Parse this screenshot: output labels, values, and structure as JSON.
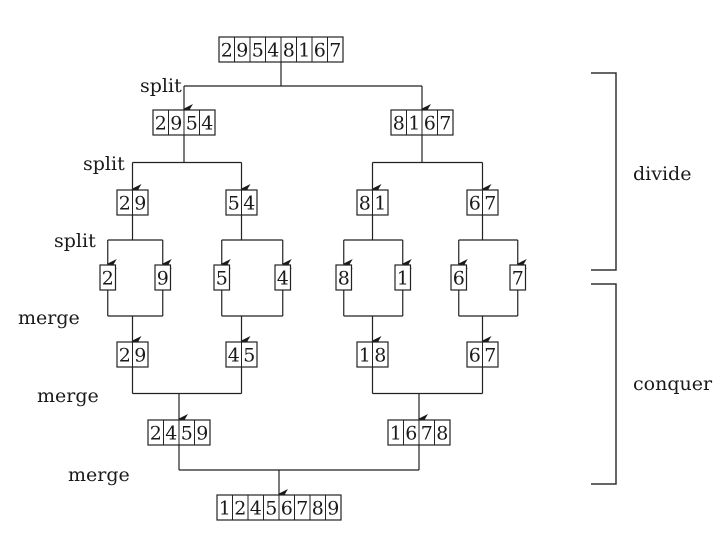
{
  "diagram": {
    "arrays": [
      {
        "id": "a0",
        "values": [
          "2",
          "9",
          "5",
          "4",
          "8",
          "1",
          "6",
          "7"
        ]
      },
      {
        "id": "a1",
        "values": [
          "2",
          "9",
          "5",
          "4"
        ]
      },
      {
        "id": "a2",
        "values": [
          "8",
          "1",
          "6",
          "7"
        ]
      },
      {
        "id": "a3",
        "values": [
          "2",
          "9"
        ]
      },
      {
        "id": "a4",
        "values": [
          "5",
          "4"
        ]
      },
      {
        "id": "a5",
        "values": [
          "8",
          "1"
        ]
      },
      {
        "id": "a6",
        "values": [
          "6",
          "7"
        ]
      },
      {
        "id": "a7",
        "values": [
          "2"
        ]
      },
      {
        "id": "a8",
        "values": [
          "9"
        ]
      },
      {
        "id": "a9",
        "values": [
          "5"
        ]
      },
      {
        "id": "a10",
        "values": [
          "4"
        ]
      },
      {
        "id": "a11",
        "values": [
          "8"
        ]
      },
      {
        "id": "a12",
        "values": [
          "1"
        ]
      },
      {
        "id": "a13",
        "values": [
          "6"
        ]
      },
      {
        "id": "a14",
        "values": [
          "7"
        ]
      },
      {
        "id": "a15",
        "values": [
          "2",
          "9"
        ]
      },
      {
        "id": "a16",
        "values": [
          "4",
          "5"
        ]
      },
      {
        "id": "a17",
        "values": [
          "1",
          "8"
        ]
      },
      {
        "id": "a18",
        "values": [
          "6",
          "7"
        ]
      },
      {
        "id": "a19",
        "values": [
          "2",
          "4",
          "5",
          "9"
        ]
      },
      {
        "id": "a20",
        "values": [
          "1",
          "6",
          "7",
          "8"
        ]
      },
      {
        "id": "a21",
        "values": [
          "1",
          "2",
          "4",
          "5",
          "6",
          "7",
          "8",
          "9"
        ]
      }
    ],
    "step_labels": [
      "split",
      "split",
      "split",
      "merge",
      "merge",
      "merge"
    ],
    "phases": [
      "divide",
      "conquer"
    ]
  }
}
